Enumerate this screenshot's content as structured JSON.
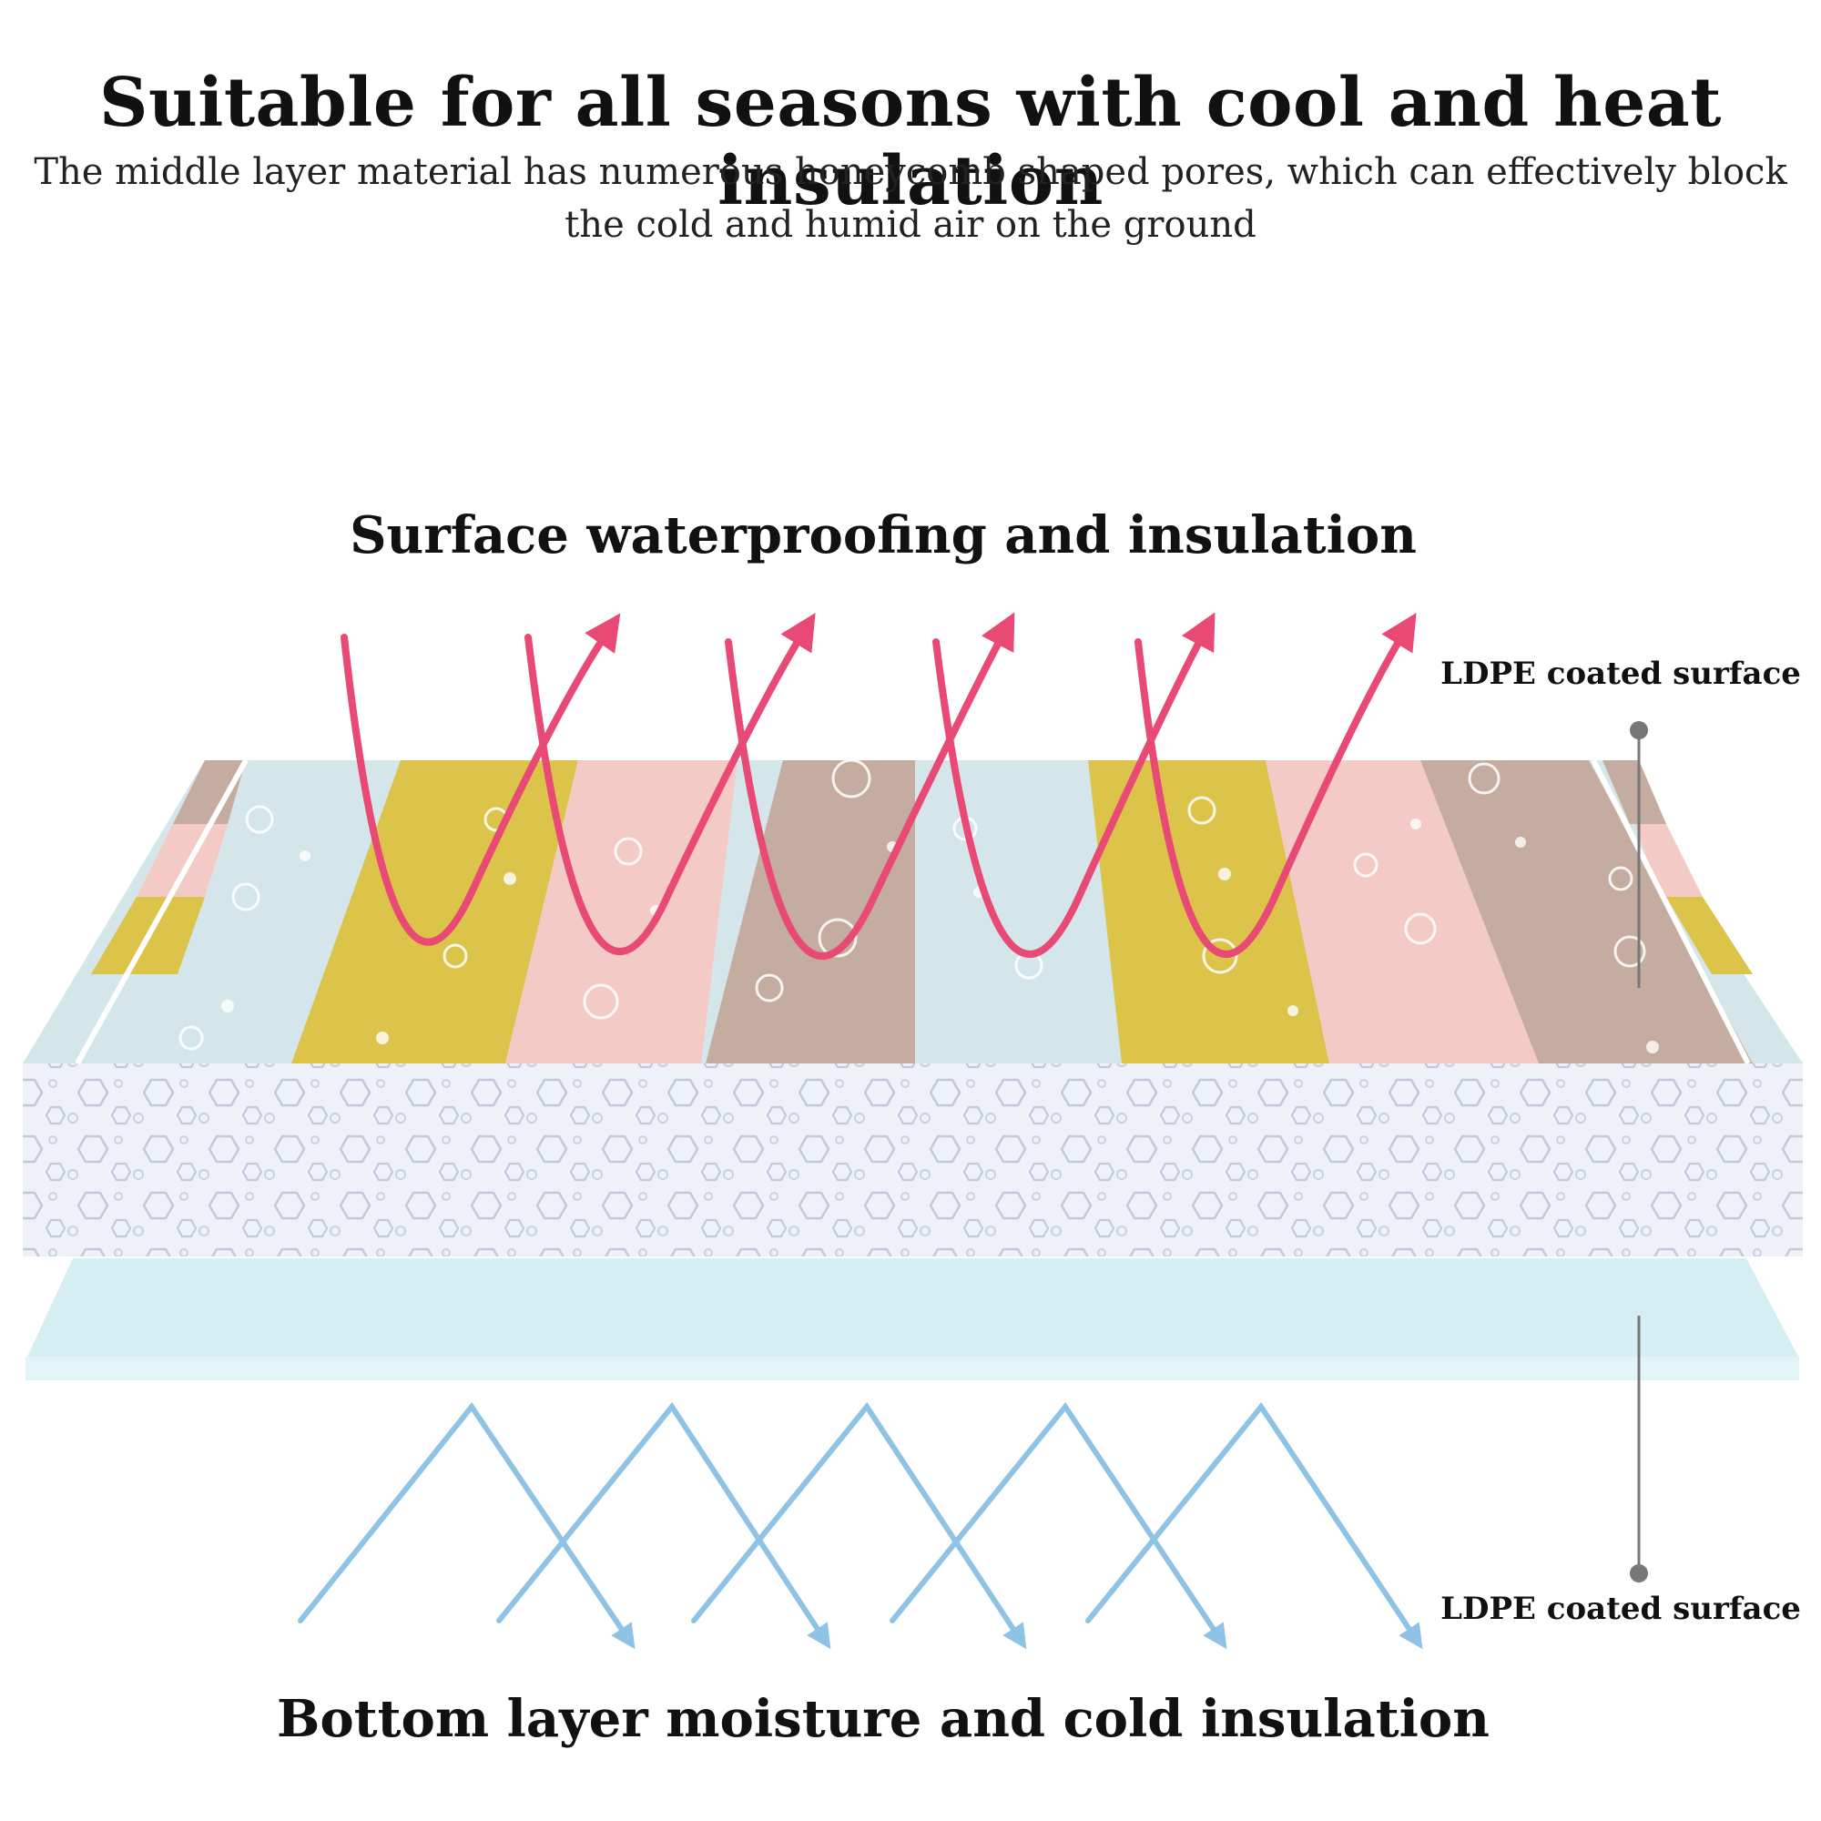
{
  "title": "Suitable for all seasons with cool and heat insulation",
  "subtitle": "The middle layer material has numerous honeycomb shaped pores, which can effectively block the cold and humid air on the ground",
  "top_label": "Surface waterproofing and insulation",
  "bottom_label": "Bottom layer moisture and cold insulation",
  "callouts": {
    "top": "LDPE coated surface",
    "bottom": "LDPE coated surface"
  },
  "colors": {
    "heat_arrow": "#e84a75",
    "cold_arrow": "#8ec3e6",
    "stripe_blue": "#d4e6ea",
    "stripe_yellow": "#dcc44a",
    "stripe_pink": "#f4cac6",
    "stripe_brown": "#c4aca0",
    "foam": "#eef1f7",
    "bottom_sheet": "#d5eef4"
  }
}
